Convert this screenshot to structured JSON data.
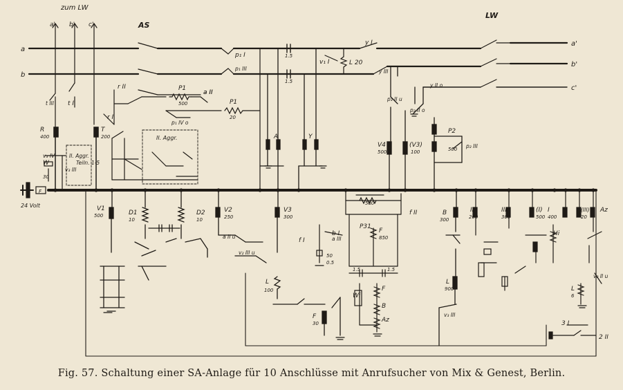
{
  "figure": {
    "caption": "Fig. 57.  Schaltung einer SA-Anlage für 10 Anschlüsse mit Anrufsucher von Mix & Genest, Berlin."
  },
  "diagram": {
    "group_labels": {
      "zum_lw": "zum LW",
      "as": "AS",
      "lw": "LW",
      "aggr_2_left": "II. Aggr.",
      "aggr_2_right": "II. Aggr."
    },
    "lines_left": {
      "a": "a",
      "b": "b"
    },
    "lines_right": {
      "a": "a'",
      "b": "b'",
      "c": "c'"
    },
    "to_lw_terminals": [
      "a'",
      "b'",
      "c'"
    ],
    "battery": {
      "label": "24 Volt",
      "fuse": "F"
    },
    "components": [
      {
        "id": "p1a",
        "label": "p₁ I"
      },
      {
        "id": "p1b",
        "label": "p₁ III"
      },
      {
        "id": "c15a",
        "label": "1.5"
      },
      {
        "id": "c15b",
        "label": "1.5"
      },
      {
        "id": "v1u",
        "label": "v₁ I"
      },
      {
        "id": "l20",
        "label": "L 20"
      },
      {
        "id": "y1",
        "label": "y I"
      },
      {
        "id": "y3",
        "label": "y III"
      },
      {
        "id": "t3",
        "label": "t III"
      },
      {
        "id": "t1",
        "label": "t I"
      },
      {
        "id": "r2",
        "label": "r II"
      },
      {
        "id": "r1",
        "label": "r I"
      },
      {
        "id": "p1coil",
        "label": "P1"
      },
      {
        "id": "p1coil_val",
        "label": "500"
      },
      {
        "id": "p1res",
        "label": "P1"
      },
      {
        "id": "p1res_val",
        "label": "20"
      },
      {
        "id": "a2",
        "label": "a II"
      },
      {
        "id": "p1ivo",
        "label": "p₁ IV o"
      },
      {
        "id": "R",
        "label": "R"
      },
      {
        "id": "R_val",
        "label": "400"
      },
      {
        "id": "T",
        "label": "T"
      },
      {
        "id": "T_val",
        "label": "200"
      },
      {
        "id": "v3IV",
        "label": "v₃ IV"
      },
      {
        "id": "v3III",
        "label": "v₃ III"
      },
      {
        "id": "W",
        "label": "W"
      },
      {
        "id": "W_val",
        "label": "30"
      },
      {
        "id": "teiln",
        "label": "Teiln. 1-5"
      },
      {
        "id": "A",
        "label": "A"
      },
      {
        "id": "Y",
        "label": "Y"
      },
      {
        "id": "V4",
        "label": "V4"
      },
      {
        "id": "V4_val",
        "label": "500"
      },
      {
        "id": "V3p",
        "label": "(V3)"
      },
      {
        "id": "V3p_val",
        "label": "100"
      },
      {
        "id": "P2",
        "label": "P2"
      },
      {
        "id": "P2_val",
        "label": "500"
      },
      {
        "id": "p2III",
        "label": "p₂ III"
      },
      {
        "id": "p3IIu",
        "label": "p₃ II u"
      },
      {
        "id": "p2IIo",
        "label": "p₂ II o"
      },
      {
        "id": "y2",
        "label": "y II o"
      },
      {
        "id": "V1",
        "label": "V1"
      },
      {
        "id": "V1_val",
        "label": "500"
      },
      {
        "id": "D1",
        "label": "D1"
      },
      {
        "id": "D1_val",
        "label": "10"
      },
      {
        "id": "D2",
        "label": "D2"
      },
      {
        "id": "D2_val",
        "label": "10"
      },
      {
        "id": "V2",
        "label": "V2"
      },
      {
        "id": "V2_val",
        "label": "250"
      },
      {
        "id": "V3",
        "label": "V3"
      },
      {
        "id": "V3_val",
        "label": "300"
      },
      {
        "id": "L100",
        "label": "L"
      },
      {
        "id": "L100_val",
        "label": "100"
      },
      {
        "id": "F30",
        "label": "F"
      },
      {
        "id": "F30_val",
        "label": "30"
      },
      {
        "id": "Wi",
        "label": "Wi"
      },
      {
        "id": "P31",
        "label": "P31"
      },
      {
        "id": "F850",
        "label": "F"
      },
      {
        "id": "F850_val",
        "label": "850"
      },
      {
        "id": "B300",
        "label": "B"
      },
      {
        "id": "B300_val",
        "label": "300"
      },
      {
        "id": "L900",
        "label": "L"
      },
      {
        "id": "L900_val",
        "label": "900"
      },
      {
        "id": "v3III_b",
        "label": "v₃ III"
      },
      {
        "id": "R2",
        "label": "II"
      },
      {
        "id": "R2_val",
        "label": "200"
      },
      {
        "id": "R3",
        "label": "III"
      },
      {
        "id": "R3_val",
        "label": "300"
      },
      {
        "id": "R1",
        "label": "(I)"
      },
      {
        "id": "R1_val",
        "label": "500"
      },
      {
        "id": "R1b",
        "label": "I"
      },
      {
        "id": "R1b_val",
        "label": "400"
      },
      {
        "id": "R3b",
        "label": "(III)"
      },
      {
        "id": "R3b_val",
        "label": "20"
      },
      {
        "id": "Az",
        "label": "Az"
      },
      {
        "id": "Hi",
        "label": "Hi"
      },
      {
        "id": "L6",
        "label": "L"
      },
      {
        "id": "L6_val",
        "label": "6"
      },
      {
        "id": "v2IIu",
        "label": "v₂ II u"
      },
      {
        "id": "F_b",
        "label": "F"
      },
      {
        "id": "B_b",
        "label": "B"
      },
      {
        "id": "Az_b",
        "label": "Az"
      },
      {
        "id": "b1",
        "label": "b I"
      },
      {
        "id": "a2",
        "label": "a II"
      },
      {
        "id": "aIIu",
        "label": "a II u"
      },
      {
        "id": "v2IIIu",
        "label": "v₂ III u"
      },
      {
        "id": "pIII",
        "label": "a III"
      },
      {
        "id": "f1",
        "label": "f I"
      },
      {
        "id": "f2",
        "label": "f II"
      },
      {
        "id": "Wi50",
        "label": "50"
      },
      {
        "id": "c05",
        "label": "0.5"
      },
      {
        "id": "c580",
        "label": "580"
      },
      {
        "id": "c15c",
        "label": "1.5"
      },
      {
        "id": "c15d",
        "label": "1.5"
      },
      {
        "id": "z3",
        "label": "3 I"
      },
      {
        "id": "z2",
        "label": "2 II"
      }
    ]
  },
  "colors": {
    "paper": "#efe7d4",
    "ink": "#1f1b16"
  }
}
